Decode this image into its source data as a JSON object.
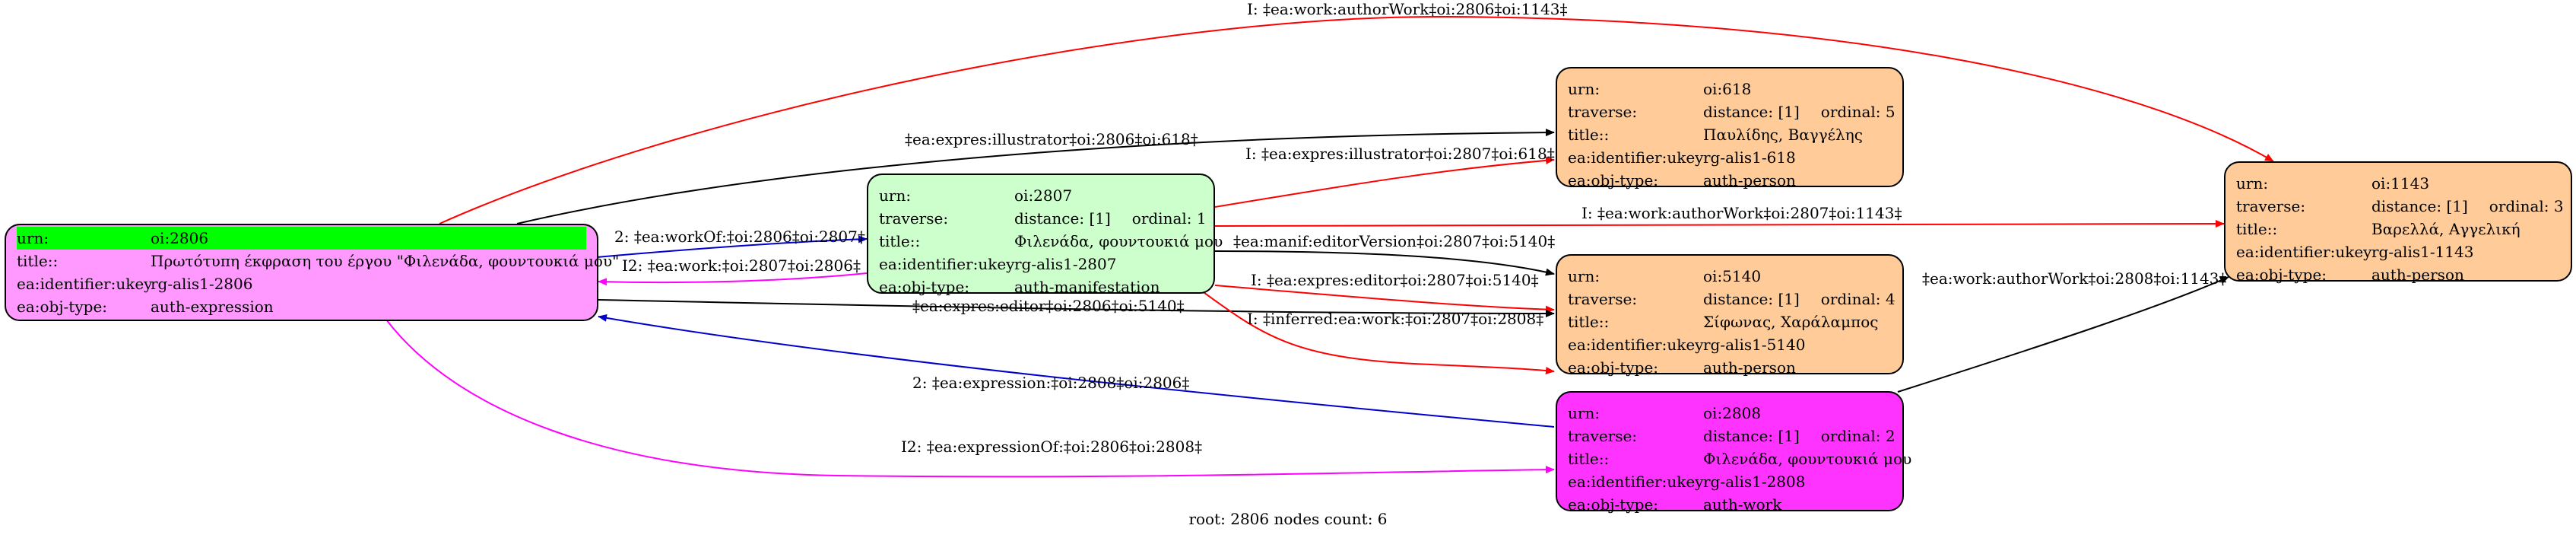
{
  "colors": {
    "expression": "#ff99ff",
    "manifestation": "#ccffcc",
    "person": "#ffcc99",
    "work": "#ff33ff",
    "highlight": "#00ff00",
    "edge_red": "#ff0000",
    "edge_magenta": "#ff00ff",
    "edge_blue": "#0000cc",
    "edge_black": "#000000"
  },
  "nodes": {
    "n2806": {
      "urn_key": "urn:",
      "urn": "oi:2806",
      "title_key": "title::",
      "title": "Πρωτότυπη έκφραση του έργου \"Φιλενάδα, φουντουκιά μου\"",
      "ukey_key": "ea:identifier:ukey",
      "ukey": "rg-alis1-2806",
      "type_key": "ea:obj-type:",
      "type": "auth-expression"
    },
    "n2807": {
      "urn_key": "urn:",
      "urn": "oi:2807",
      "traverse_key": "traverse:",
      "distance": "distance: [1]",
      "ordinal": "ordinal: 1",
      "title_key": "title::",
      "title": "Φιλενάδα, φουντουκιά μου",
      "ukey_key": "ea:identifier:ukey",
      "ukey": "rg-alis1-2807",
      "type_key": "ea:obj-type:",
      "type": "auth-manifestation"
    },
    "n618": {
      "urn_key": "urn:",
      "urn": "oi:618",
      "traverse_key": "traverse:",
      "distance": "distance: [1]",
      "ordinal": "ordinal: 5",
      "title_key": "title::",
      "title": "Παυλίδης, Βαγγέλης",
      "ukey_key": "ea:identifier:ukey",
      "ukey": "rg-alis1-618",
      "type_key": "ea:obj-type:",
      "type": "auth-person"
    },
    "n5140": {
      "urn_key": "urn:",
      "urn": "oi:5140",
      "traverse_key": "traverse:",
      "distance": "distance: [1]",
      "ordinal": "ordinal: 4",
      "title_key": "title::",
      "title": "Σίφωνας, Χαράλαμπος",
      "ukey_key": "ea:identifier:ukey",
      "ukey": "rg-alis1-5140",
      "type_key": "ea:obj-type:",
      "type": "auth-person"
    },
    "n2808": {
      "urn_key": "urn:",
      "urn": "oi:2808",
      "traverse_key": "traverse:",
      "distance": "distance: [1]",
      "ordinal": "ordinal: 2",
      "title_key": "title::",
      "title": "Φιλενάδα, φουντουκιά μου",
      "ukey_key": "ea:identifier:ukey",
      "ukey": "rg-alis1-2808",
      "type_key": "ea:obj-type:",
      "type": "auth-work"
    },
    "n1143": {
      "urn_key": "urn:",
      "urn": "oi:1143",
      "traverse_key": "traverse:",
      "distance": "distance: [1]",
      "ordinal": "ordinal: 3",
      "title_key": "title::",
      "title": "Βαρελλά, Αγγελική",
      "ukey_key": "ea:identifier:ukey",
      "ukey": "rg-alis1-1143",
      "type_key": "ea:obj-type:",
      "type": "auth-person"
    }
  },
  "edges": {
    "e1": "I: ‡ea:work:authorWork‡oi:2806‡oi:1143‡",
    "e2": "‡ea:expres:illustrator‡oi:2806‡oi:618‡",
    "e3": "I: ‡ea:expres:illustrator‡oi:2807‡oi:618‡",
    "e4": "2: ‡ea:workOf:‡oi:2806‡oi:2807‡",
    "e5": "I2: ‡ea:work:‡oi:2807‡oi:2806‡",
    "e6": "I: ‡ea:work:authorWork‡oi:2807‡oi:1143‡",
    "e7": "‡ea:manif:editorVersion‡oi:2807‡oi:5140‡",
    "e8": "I: ‡ea:expres:editor‡oi:2807‡oi:5140‡",
    "e9": "‡ea:expres:editor‡oi:2806‡oi:5140‡",
    "e10": "I: ‡inferred:ea:work:‡oi:2807‡oi:2808‡",
    "e11": "2: ‡ea:expression:‡oi:2808‡oi:2806‡",
    "e12": "I2: ‡ea:expressionOf:‡oi:2806‡oi:2808‡",
    "e13": "‡ea:work:authorWork‡oi:2808‡oi:1143‡"
  },
  "caption": "root: 2806 nodes count: 6"
}
